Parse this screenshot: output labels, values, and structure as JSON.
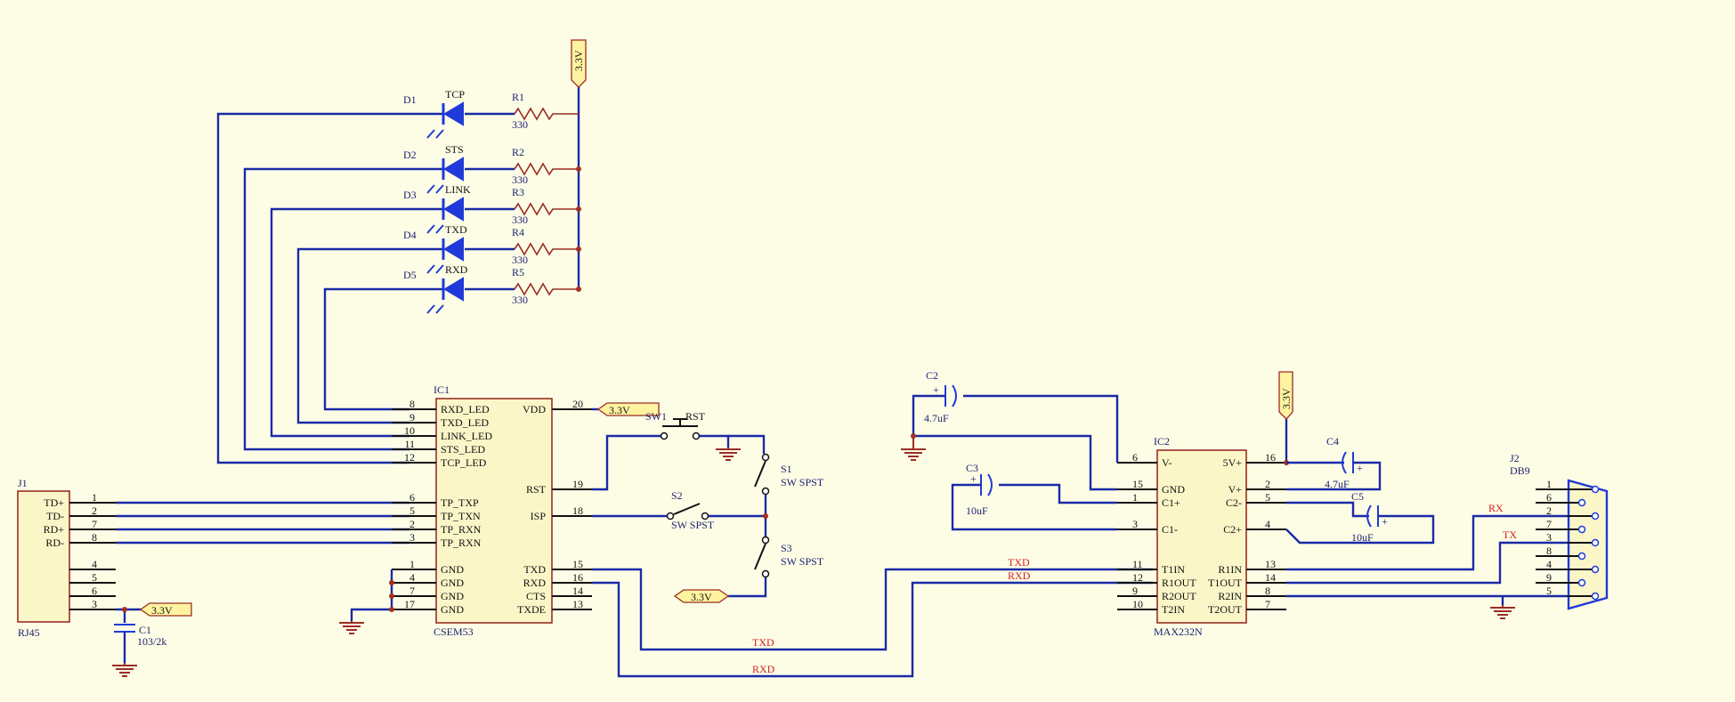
{
  "leds": [
    {
      "ref": "D1",
      "label": "TCP",
      "res": "R1",
      "val": "330"
    },
    {
      "ref": "D2",
      "label": "STS",
      "res": "R2",
      "val": "330"
    },
    {
      "ref": "D3",
      "label": "LINK",
      "res": "R3",
      "val": "330"
    },
    {
      "ref": "D4",
      "label": "TXD",
      "res": "R4",
      "val": "330"
    },
    {
      "ref": "D5",
      "label": "RXD",
      "res": "R5",
      "val": "330"
    }
  ],
  "power": "3.3V",
  "ic1": {
    "ref": "IC1",
    "part": "CSEM53",
    "left_pins": [
      {
        "num": "8",
        "name": "RXD_LED"
      },
      {
        "num": "9",
        "name": "TXD_LED"
      },
      {
        "num": "10",
        "name": "LINK_LED"
      },
      {
        "num": "11",
        "name": "STS_LED"
      },
      {
        "num": "12",
        "name": "TCP_LED"
      },
      {
        "num": "6",
        "name": "TP_TXP"
      },
      {
        "num": "5",
        "name": "TP_TXN"
      },
      {
        "num": "2",
        "name": "TP_RXN"
      },
      {
        "num": "3",
        "name": "TP_RXN"
      },
      {
        "num": "1",
        "name": "GND"
      },
      {
        "num": "4",
        "name": "GND"
      },
      {
        "num": "7",
        "name": "GND"
      },
      {
        "num": "17",
        "name": "GND"
      }
    ],
    "right_pins": [
      {
        "num": "20",
        "name": "VDD"
      },
      {
        "num": "19",
        "name": "RST"
      },
      {
        "num": "18",
        "name": "ISP"
      },
      {
        "num": "15",
        "name": "TXD"
      },
      {
        "num": "16",
        "name": "RXD"
      },
      {
        "num": "14",
        "name": "CTS"
      },
      {
        "num": "13",
        "name": "TXDE"
      }
    ]
  },
  "j1": {
    "ref": "J1",
    "part": "RJ45",
    "pins": [
      {
        "num": "1",
        "name": "TD+"
      },
      {
        "num": "2",
        "name": "TD-"
      },
      {
        "num": "7",
        "name": "RD+"
      },
      {
        "num": "8",
        "name": "RD-"
      },
      {
        "num": "4",
        "name": ""
      },
      {
        "num": "5",
        "name": ""
      },
      {
        "num": "6",
        "name": ""
      },
      {
        "num": "3",
        "name": ""
      }
    ]
  },
  "c1": {
    "ref": "C1",
    "val": "103/2k"
  },
  "sw1": {
    "ref": "SW1",
    "label": "RST"
  },
  "s1": {
    "ref": "S1",
    "label": "SW SPST"
  },
  "s2": {
    "ref": "S2",
    "label": "SW SPST"
  },
  "s3": {
    "ref": "S3",
    "label": "SW SPST"
  },
  "c2": {
    "ref": "C2",
    "val": "4.7uF"
  },
  "c3": {
    "ref": "C3",
    "val": "10uF"
  },
  "c4": {
    "ref": "C4",
    "val": "4.7uF"
  },
  "c5": {
    "ref": "C5",
    "val": "10uF"
  },
  "ic2": {
    "ref": "IC2",
    "part": "MAX232N",
    "left_pins": [
      {
        "num": "6",
        "name": "V-"
      },
      {
        "num": "15",
        "name": "GND"
      },
      {
        "num": "1",
        "name": "C1+"
      },
      {
        "num": "3",
        "name": "C1-"
      },
      {
        "num": "11",
        "name": "T1IN"
      },
      {
        "num": "12",
        "name": "R1OUT"
      },
      {
        "num": "9",
        "name": "R2OUT"
      },
      {
        "num": "10",
        "name": "T2IN"
      }
    ],
    "right_pins": [
      {
        "num": "16",
        "name": "5V+"
      },
      {
        "num": "2",
        "name": "V+"
      },
      {
        "num": "5",
        "name": "C2-"
      },
      {
        "num": "4",
        "name": "C2+"
      },
      {
        "num": "13",
        "name": "R1IN"
      },
      {
        "num": "14",
        "name": "T1OUT"
      },
      {
        "num": "8",
        "name": "R2IN"
      },
      {
        "num": "7",
        "name": "T2OUT"
      }
    ]
  },
  "j2": {
    "ref": "J2",
    "part": "DB9",
    "pins": [
      "1",
      "6",
      "2",
      "7",
      "3",
      "8",
      "4",
      "9",
      "5"
    ]
  },
  "nets": {
    "txd": "TXD",
    "rxd": "RXD",
    "rx": "RX",
    "tx": "TX"
  }
}
